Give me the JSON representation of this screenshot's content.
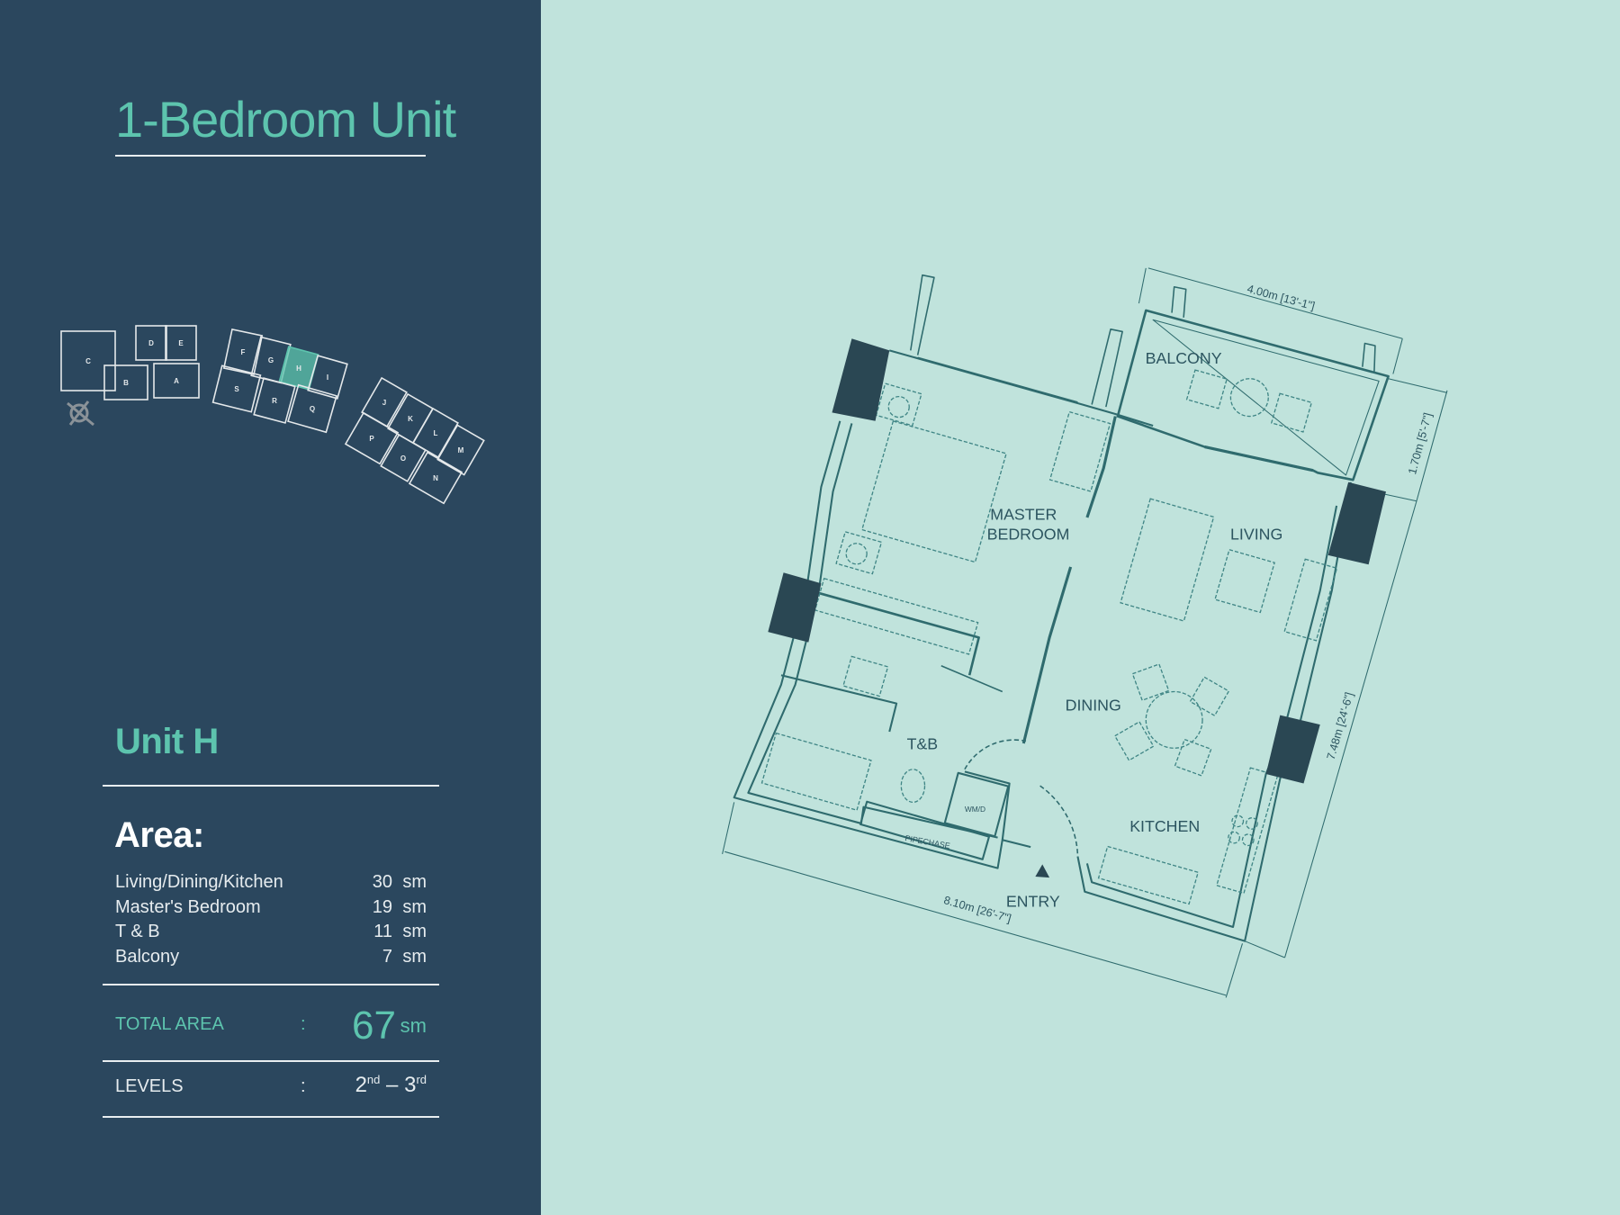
{
  "title": "1-Bedroom Unit",
  "unit_name": "Unit H",
  "area": {
    "heading": "Area:",
    "rows": [
      {
        "label": "Living/Dining/Kitchen",
        "value": "30",
        "unit": "sm"
      },
      {
        "label": "Master's Bedroom",
        "value": "19",
        "unit": "sm"
      },
      {
        "label": "T & B",
        "value": "11",
        "unit": "sm"
      },
      {
        "label": "Balcony",
        "value": "7",
        "unit": "sm"
      }
    ],
    "total": {
      "label": "TOTAL AREA",
      "colon": ":",
      "value": "67",
      "unit": "sm"
    },
    "levels": {
      "label": "LEVELS",
      "colon": ":",
      "from": "2",
      "from_sup": "nd",
      "dash": " – ",
      "to": "3",
      "to_sup": "rd"
    }
  },
  "keyplan": {
    "highlighted": "H",
    "units": [
      "C",
      "D",
      "E",
      "B",
      "A",
      "F",
      "G",
      "H",
      "I",
      "S",
      "R",
      "Q",
      "J",
      "K",
      "L",
      "M",
      "P",
      "O",
      "N"
    ],
    "compass_icon": "north-arrow-icon"
  },
  "floorplan": {
    "rooms": {
      "balcony": "BALCONY",
      "master1": "MASTER",
      "master2": "BEDROOM",
      "living": "LIVING",
      "dining": "DINING",
      "tb": "T&B",
      "kitchen": "KITCHEN",
      "entry": "ENTRY",
      "wmd": "WM/D",
      "pipechase": "PIPECHASE"
    },
    "dimensions": {
      "top": "4.00m [13'-1\"]",
      "right_upper": "1.70m [5'-7\"]",
      "right_lower": "7.48m [24'-6\"]",
      "bottom": "8.10m [26'-7\"]"
    }
  },
  "colors": {
    "panel": "#2b475e",
    "accent": "#5dc4ae",
    "background": "#c0e3dc",
    "lines": "#2f6b6e",
    "columns": "#2a4753"
  }
}
